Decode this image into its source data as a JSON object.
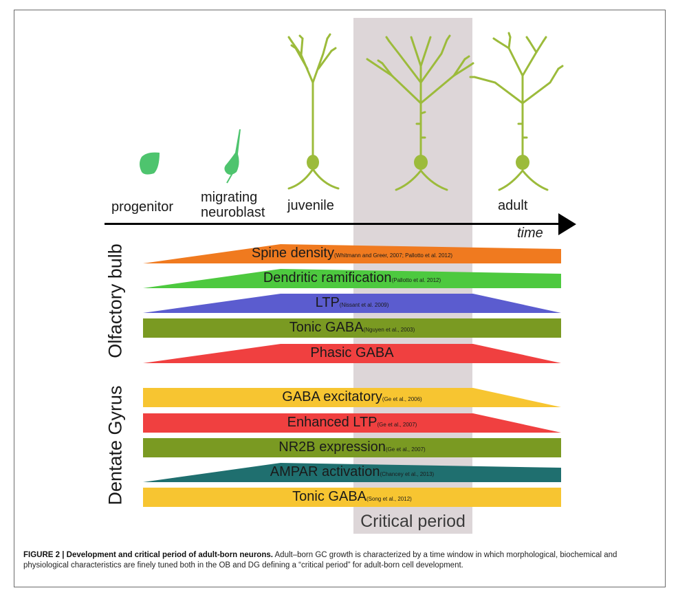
{
  "stages": {
    "progenitor": "progenitor",
    "migrating_line1": "migrating",
    "migrating_line2": "neuroblast",
    "juvenile": "juvenile",
    "adult": "adult"
  },
  "axis": {
    "time_label": "time"
  },
  "critical_period": {
    "label": "Critical period",
    "color": "#ddd6d8"
  },
  "regions": {
    "ob": "Olfactory bulb",
    "dg": "Dentate Gyrus"
  },
  "bars": [
    {
      "name": "Spine density",
      "ref": "(Whitmann and Greer, 2007; Pallotto et al. 2012)",
      "color": "#f07a1f",
      "shape": "rise-plateau"
    },
    {
      "name": "Dendritic ramification",
      "ref": "(Pallotto et al. 2012)",
      "color": "#4dc93f",
      "shape": "rise-plateau"
    },
    {
      "name": "LTP",
      "ref": "(Nissant et al. 2009)",
      "color": "#5b5ccf",
      "shape": "rise-peak-fall"
    },
    {
      "name": "Tonic GABA",
      "ref": "(Nguyen et al., 2003)",
      "color": "#7a9a22",
      "shape": "flat"
    },
    {
      "name": "Phasic GABA",
      "ref": "",
      "color": "#f04040",
      "shape": "rise-peak-fall"
    },
    {
      "name": "GABA excitatory",
      "ref": "(Ge et al., 2006)",
      "color": "#f7c531",
      "shape": "flat-fall"
    },
    {
      "name": "Enhanced LTP",
      "ref": "(Ge et al., 2007)",
      "color": "#f04040",
      "shape": "flat-fall"
    },
    {
      "name": "NR2B expression",
      "ref": "(Ge et al., 2007)",
      "color": "#7a9a22",
      "shape": "flat"
    },
    {
      "name": "AMPAR activation",
      "ref": "(Chancey et al., 2013)",
      "color": "#1f6f6f",
      "shape": "rise-plateau"
    },
    {
      "name": "Tonic GABA",
      "ref": "(Song et al., 2012)",
      "color": "#f7c531",
      "shape": "flat"
    }
  ],
  "cell_color": "#9cbb3b",
  "progenitor_color": "#4ec46e",
  "caption": {
    "title": "FIGURE 2 | Development and critical period of adult-born neurons.",
    "body": "Adult–born GC growth is characterized by a time window in which morphological, biochemical and physiological characteristics are finely tuned both in the OB and DG defining a “critical period” for adult-born cell development."
  }
}
